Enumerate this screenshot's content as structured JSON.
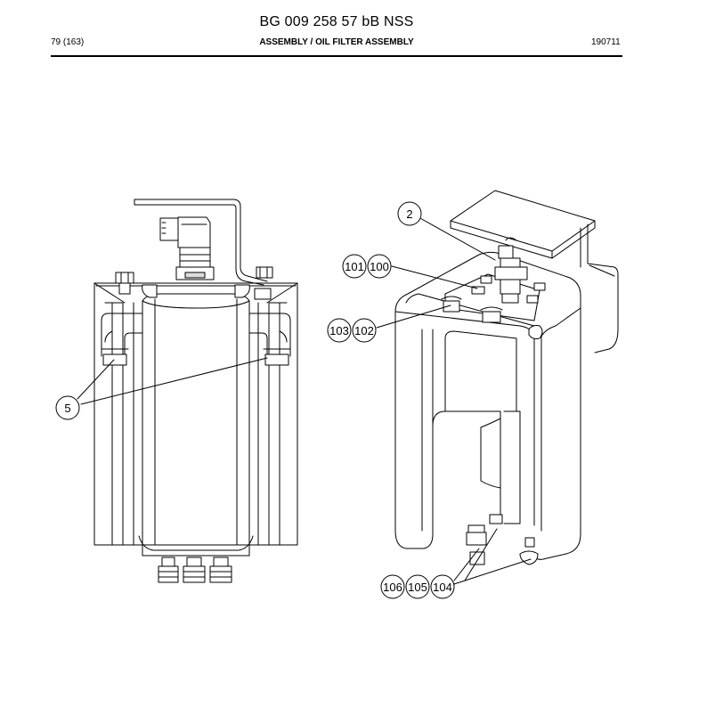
{
  "header": {
    "document_id": "BG 009 258 57 bB NSS",
    "page": "79 (163)",
    "section": "ASSEMBLY / OIL FILTER ASSEMBLY",
    "date": "190711"
  },
  "callouts": {
    "c5": "5",
    "c2": "2",
    "c101": "101",
    "c100": "100",
    "c103": "103",
    "c102": "102",
    "c106": "106",
    "c105": "105",
    "c104": "104"
  }
}
